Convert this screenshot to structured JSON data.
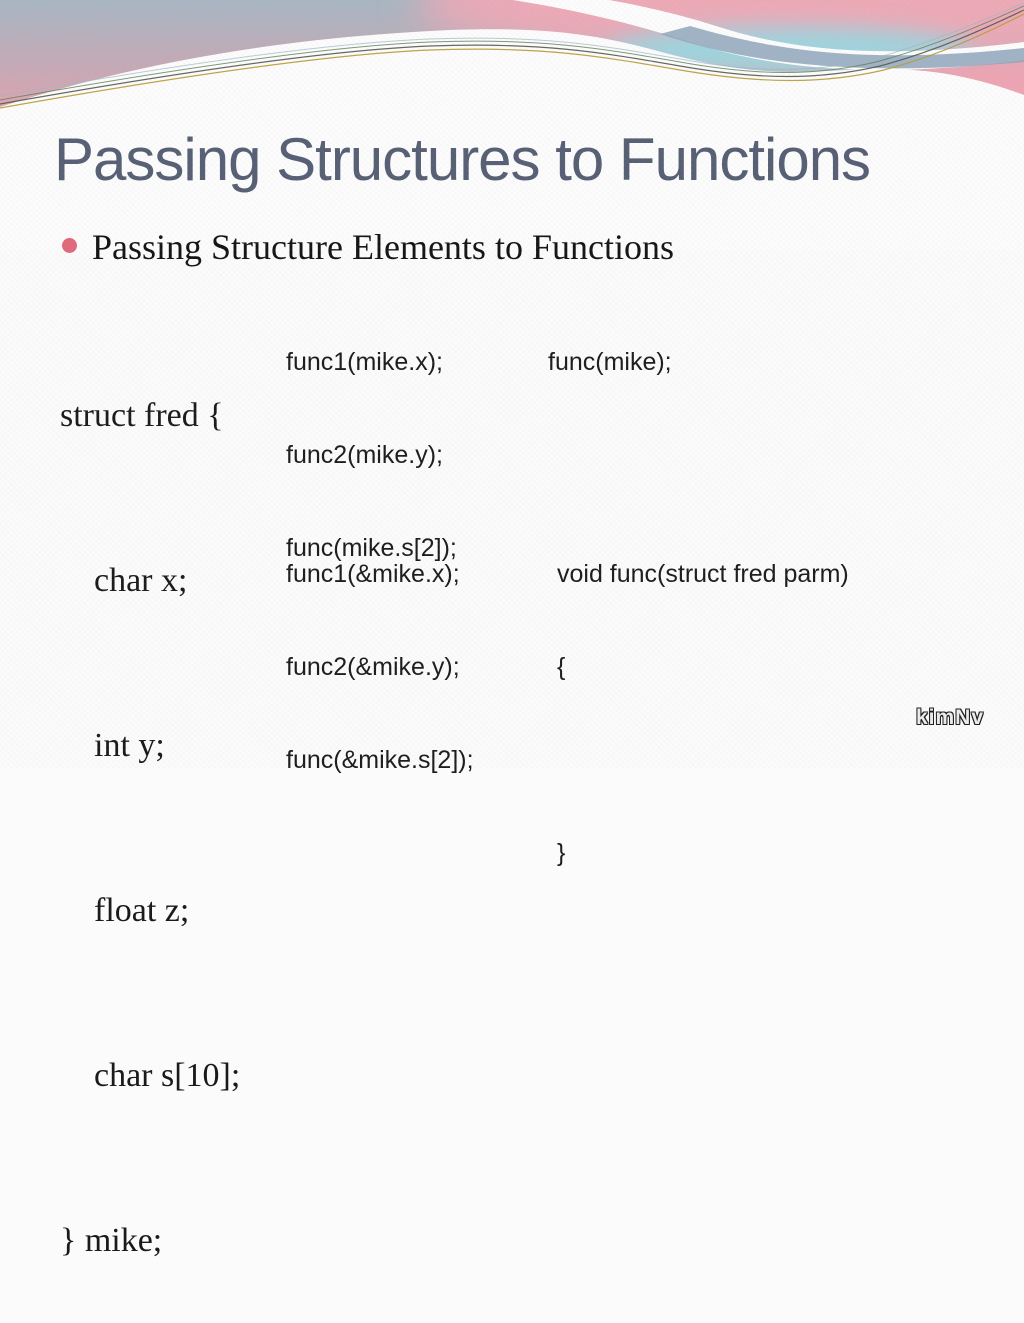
{
  "slide": {
    "title": "Passing Structures to Functions",
    "bullet_text": "Passing Structure Elements to Functions",
    "struct_lines": [
      "struct fred {",
      "    char x;",
      "    int y;",
      "    float z;",
      "    char s[10];",
      "} mike;"
    ],
    "member_calls": [
      "func1(mike.x);",
      "func2(mike.y);",
      "func(mike.s[2]);"
    ],
    "whole_struct_call": "func(mike);",
    "address_calls": [
      "func1(&mike.x);",
      "func2(&mike.y);",
      "func(&mike.s[2]);"
    ],
    "function_definition": [
      "void func(struct fred parm)",
      "{",
      "",
      "}"
    ],
    "watermark": "kimNv",
    "colors": {
      "title": "#565f73",
      "bullet_dot": "#e0697a",
      "body_text": "#1c1c1c",
      "sky_blue_gray": "#9fb2be",
      "sky_pink": "#f0a1ae",
      "sky_cyan": "#a2d6df",
      "wave_band_gray": "#8fa6ba",
      "line_gold": "#b69a33",
      "line_green": "#5c8059",
      "line_dark": "#55564e"
    }
  }
}
